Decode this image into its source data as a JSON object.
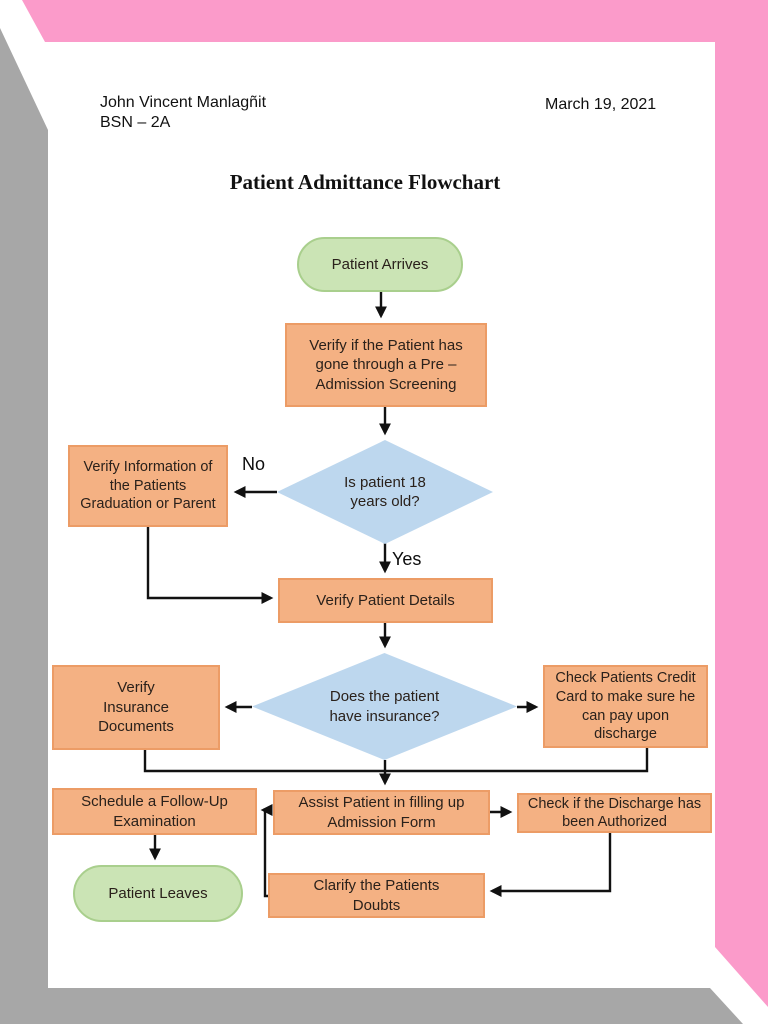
{
  "header": {
    "author": "John Vincent Manlagñit",
    "class": "BSN – 2A",
    "date": "March 19, 2021"
  },
  "title": "Patient Admittance Flowchart",
  "colors": {
    "background_pink": "#FB9BCA",
    "shadow_gray": "#A7A7A7",
    "page_white": "#FFFFFF",
    "process_fill": "#F4B183",
    "process_border": "#EC9C66",
    "terminator_fill": "#CBE4B5",
    "terminator_border": "#A9CF8D",
    "decision_fill": "#BDD7EE",
    "connector": "#111111"
  },
  "flowchart": {
    "nodes": {
      "patient_arrives": {
        "type": "terminator",
        "label": "Patient Arrives"
      },
      "pre_admission": {
        "type": "process",
        "label": "Verify if the Patient has gone through a Pre – Admission Screening"
      },
      "is_18": {
        "type": "decision",
        "label": "Is patient 18 years old?"
      },
      "verify_guardian": {
        "type": "process",
        "label": "Verify Information of the Patients Graduation or Parent"
      },
      "verify_details": {
        "type": "process",
        "label": "Verify Patient Details"
      },
      "has_insurance": {
        "type": "decision",
        "label": "Does the patient have insurance?"
      },
      "verify_insurance": {
        "type": "process",
        "label": "Verify Insurance Documents"
      },
      "check_credit": {
        "type": "process",
        "label": "Check Patients Credit Card to make sure he can pay upon discharge"
      },
      "assist_form": {
        "type": "process",
        "label": "Assist Patient in filling up Admission Form"
      },
      "schedule_followup": {
        "type": "process",
        "label": "Schedule a Follow-Up Examination"
      },
      "check_discharge": {
        "type": "process",
        "label": "Check if the Discharge has been Authorized"
      },
      "clarify_doubts": {
        "type": "process",
        "label": "Clarify the Patients Doubts"
      },
      "patient_leaves": {
        "type": "terminator",
        "label": "Patient Leaves"
      }
    },
    "edge_labels": {
      "no": "No",
      "yes": "Yes"
    }
  }
}
